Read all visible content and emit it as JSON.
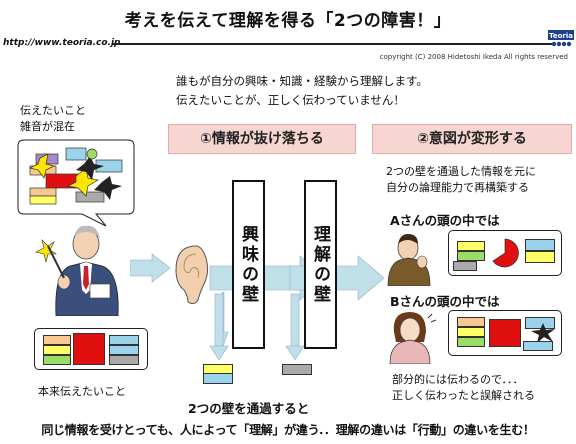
{
  "title": "考えを伝えて理解を得る「2つの障害！」",
  "url": "http://www.teoria.co.jp",
  "copyright": "copyright (C) 2008  Hidetoshi  Ikeda All rights reserved",
  "logo_text": "Teoria",
  "intro": {
    "line1": "誰もが自分の興味・知識・経験から理解します。",
    "line2": "伝えたいことが、正しく伝わっていません！"
  },
  "speaker_note": {
    "line1": "伝えたいこと",
    "line2": "雑音が混在"
  },
  "original_label": "本来伝えたいこと",
  "step1": "①情報が抜け落ちる",
  "step2": "②意図が変形する",
  "wall1": "興味の壁",
  "wall2": "理解の壁",
  "through_label": "2つの壁を通過すると",
  "reconstruct": {
    "line1": "2つの壁を通過した情報を元に",
    "line2": "自分の論理能力で再構築する"
  },
  "person_a": "Aさんの頭の中では",
  "person_b": "Bさんの頭の中では",
  "result": {
    "line1": "部分的には伝わるので．．．",
    "line2": "正しく伝わったと誤解される"
  },
  "bottom": "同じ情報を受けとっても、人によって「理解」が違う．．理解の違いは「行動」の違いを生む！",
  "colors": {
    "step_box": "#f7d6d2",
    "arrow": "#bfe0e9",
    "red": "#e01010",
    "yellow": "#ffff66",
    "orange": "#f8c890",
    "green": "#99dd66",
    "blue": "#9bd3ec",
    "gray": "#aaaaaa",
    "purple": "#aa88cc"
  },
  "icons": [
    "ear-icon",
    "speaker-man-icon",
    "man-a-icon",
    "woman-b-icon",
    "logo-icon"
  ]
}
